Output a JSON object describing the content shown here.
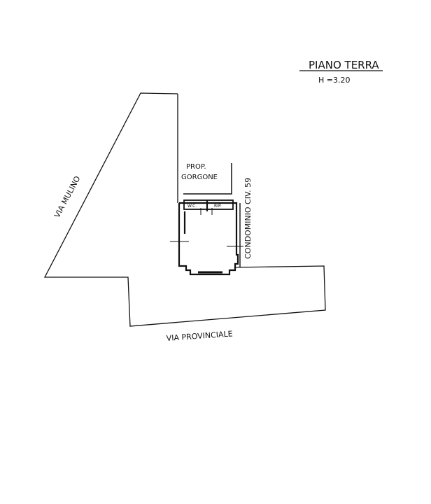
{
  "title": {
    "floor": "PIANO TERRA",
    "height": "H =3.20"
  },
  "labels": {
    "street_left": "VIA MULINO",
    "street_bottom": "VIA PROVINCIALE",
    "neighbor_property": [
      "PROP.",
      "GORGONE"
    ],
    "condominium": "CONDOMINIO CIV. 59",
    "room_wc": "W.C.",
    "room_rip": "RIP."
  },
  "colors": {
    "line": "#111111",
    "background": "#ffffff"
  }
}
